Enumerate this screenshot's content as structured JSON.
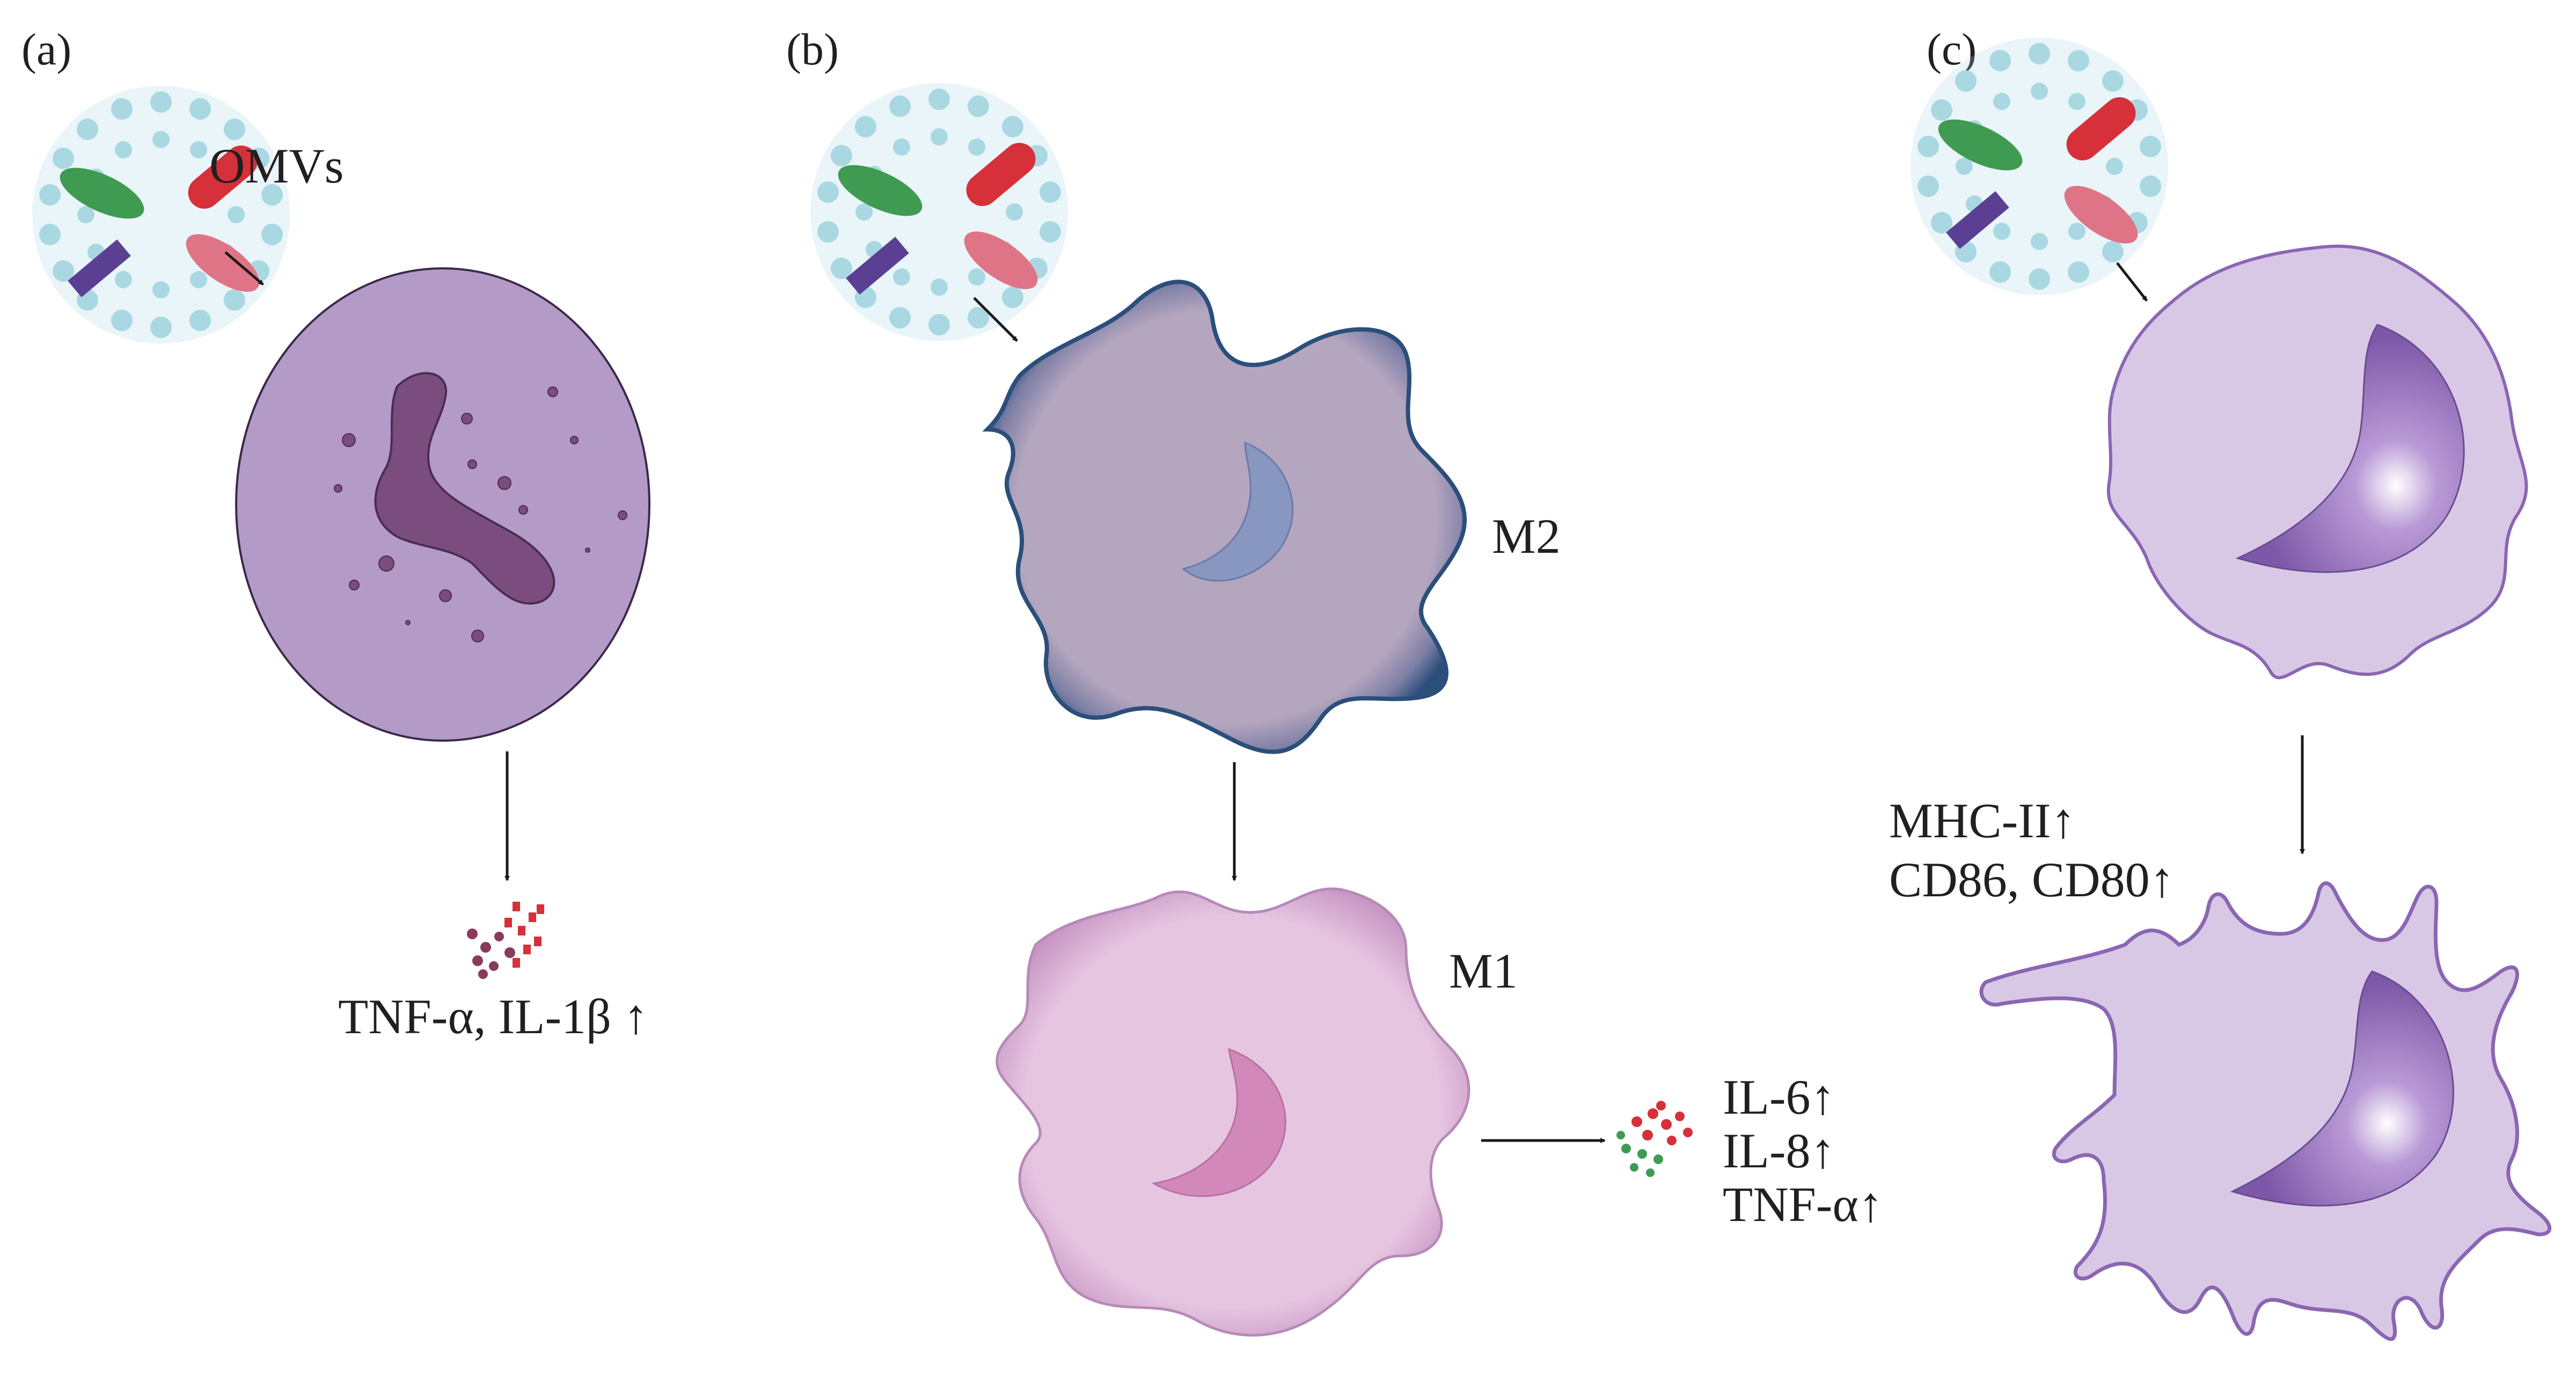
{
  "panels": {
    "a": {
      "label": "(a)",
      "vesicle_label": "OMVs",
      "output_label": "TNF-α, IL-1β ↑"
    },
    "b": {
      "label": "(b)",
      "m2_label": "M2",
      "m1_label": "M1",
      "cytokines": [
        "IL-6↑",
        "IL-8↑",
        "TNF-α↑"
      ]
    },
    "c": {
      "label": "(c)",
      "markers": [
        "MHC-II↑",
        "CD86, CD80↑"
      ]
    }
  },
  "colors": {
    "neutrophil": "#b49ac7",
    "neutrophil_nucleus": "#7a4d7e",
    "m2_body": "#b5a6bf",
    "m2_border": "#2b4f7a",
    "m2_nucleus": "#8797c0",
    "m1_body": "#e3bedd",
    "m1_nucleus": "#d289ba",
    "dc_body": "#d8c8e6",
    "dc_nucleus": "#8b66b3",
    "lipid": "#a9d8e2",
    "protein_green": "#3f9b52",
    "protein_red": "#d6303a",
    "protein_purple": "#5b3f93",
    "protein_pink": "#e07487"
  },
  "icons": [
    "omv-vesicle-icon",
    "neutrophil-cell",
    "m2-macrophage-cell",
    "m1-macrophage-cell",
    "immature-dendritic-cell",
    "mature-dendritic-cell",
    "cytokine-cluster-icon"
  ]
}
